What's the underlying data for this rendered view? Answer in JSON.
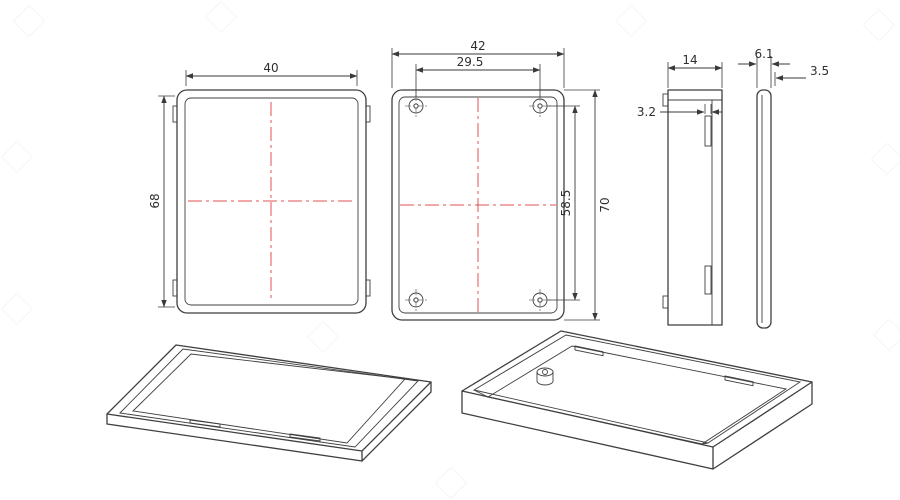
{
  "meta": {
    "type": "technical-drawing",
    "subject": "Plastic project enclosure - orthographic views with dimensions and 3D isometric views"
  },
  "dimensions": {
    "lid_width": "40",
    "lid_height": "68",
    "base_width": "42",
    "hole_pitch_x": "29.5",
    "hole_pitch_y": "58.5",
    "base_height": "70",
    "side_depth": "14",
    "slot_width": "3.2",
    "lid_thickness": "6.1",
    "lip_height": "3.5"
  },
  "colors": {
    "outline": "#3f3f3f",
    "centerline": "#e05252",
    "dimension": "#3a3a3a",
    "background": "#ffffff"
  }
}
